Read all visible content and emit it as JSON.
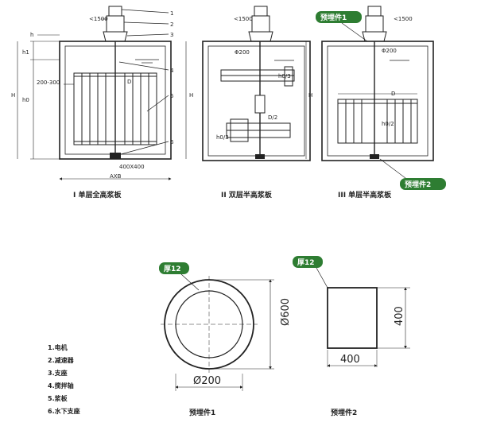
{
  "fig1": {
    "caption": "I 单层全高浆板",
    "callouts": [
      "1",
      "2",
      "3",
      "4",
      "5",
      "6"
    ],
    "dims": {
      "motor_top": "<1500",
      "h": "h",
      "h1": "h1",
      "H": "H",
      "h0": "h0",
      "offset": "200-300",
      "D": "D",
      "base": "400X400",
      "axb": "AXB"
    }
  },
  "fig2": {
    "caption": "II 双层半高浆板",
    "dims": {
      "motor_top": "<1500",
      "phi": "Φ200",
      "H": "H",
      "d2": "D/2",
      "h03a": "h0/3",
      "h03b": "h0/3"
    }
  },
  "fig3": {
    "caption": "III 单层半高浆板",
    "dims": {
      "motor_top": "<1500",
      "phi": "Φ200",
      "H": "H",
      "D": "D",
      "h02": "h0/2"
    },
    "badge1": "预埋件1",
    "badge2": "预埋件2"
  },
  "embed1": {
    "badge": "厚12",
    "dim_height": "Ø600",
    "dim_bottom": "Ø200",
    "caption": "预埋件1"
  },
  "embed2": {
    "badge": "厚12",
    "dim_height": "400",
    "dim_width": "400",
    "caption": "预埋件2"
  },
  "legend": [
    "1.电机",
    "2.减速器",
    "3.支座",
    "4.搅拌轴",
    "5.浆板",
    "6.水下支座"
  ],
  "colors": {
    "line": "#222222",
    "badge": "#2e7d32",
    "tank_fill": "#ffffff"
  }
}
